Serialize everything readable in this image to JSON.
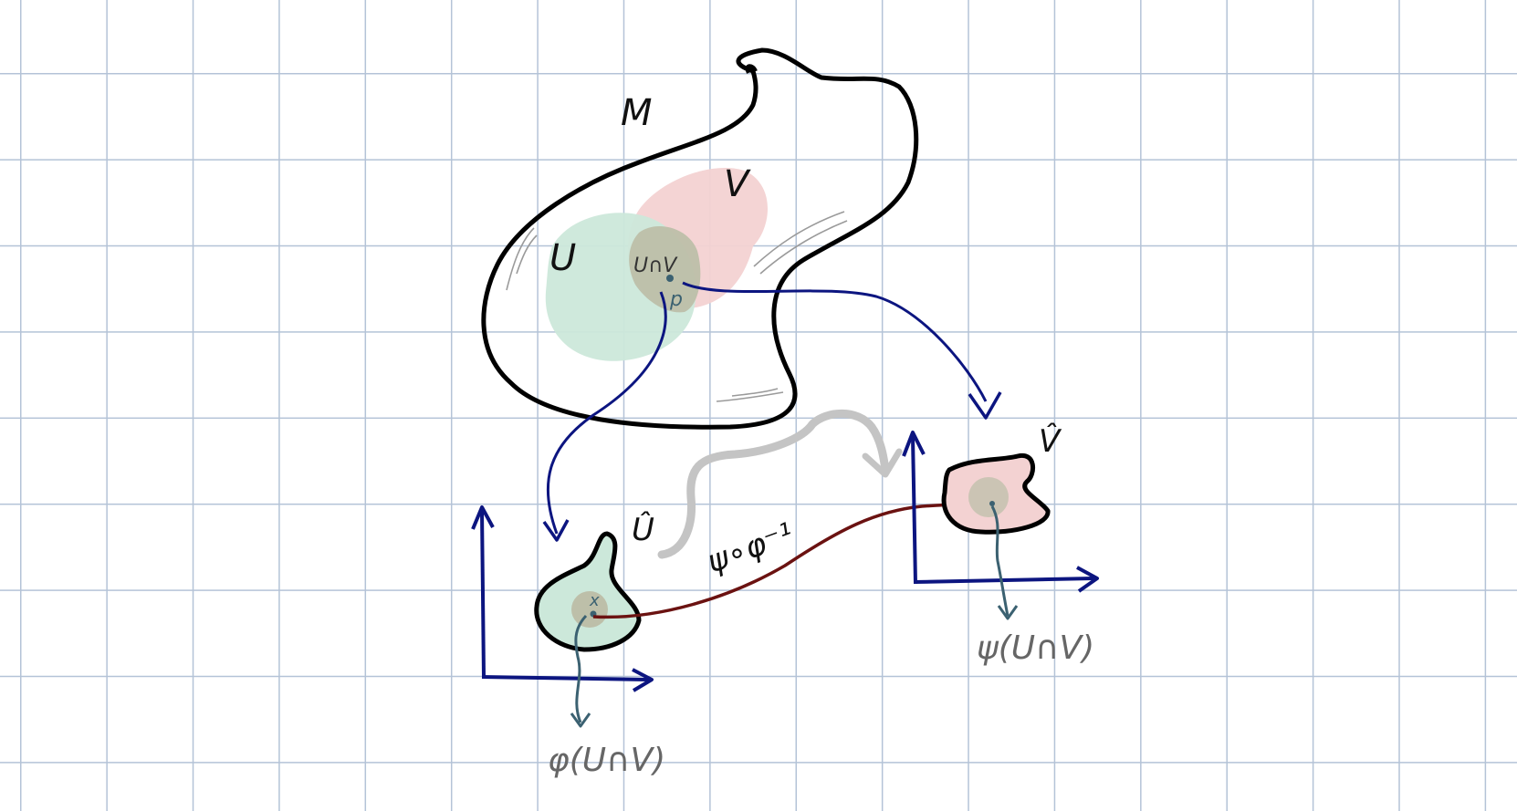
{
  "colors": {
    "grid": "#b4c3d7",
    "outline": "#000000",
    "u_fill": "#cce8da",
    "v_fill": "#f3d2d2",
    "overlap_fill": "#bdbfa9",
    "chart_arrow": "#0c1580",
    "transition_arrow": "#6b1211",
    "restrict_arrow": "#3b6171",
    "gray_arrow": "#c4c4c4",
    "hatch": "#9a9a9a"
  },
  "labels": {
    "manifold": "M",
    "set_u": "U",
    "set_v": "V",
    "intersection": "U∩V",
    "point": "p",
    "u_hat": "Û",
    "v_hat": "V̂",
    "transition": "ψ∘φ⁻¹",
    "image_phi": "φ(U∩V)",
    "image_psi": "ψ(U∩V)",
    "point_x": "x"
  }
}
